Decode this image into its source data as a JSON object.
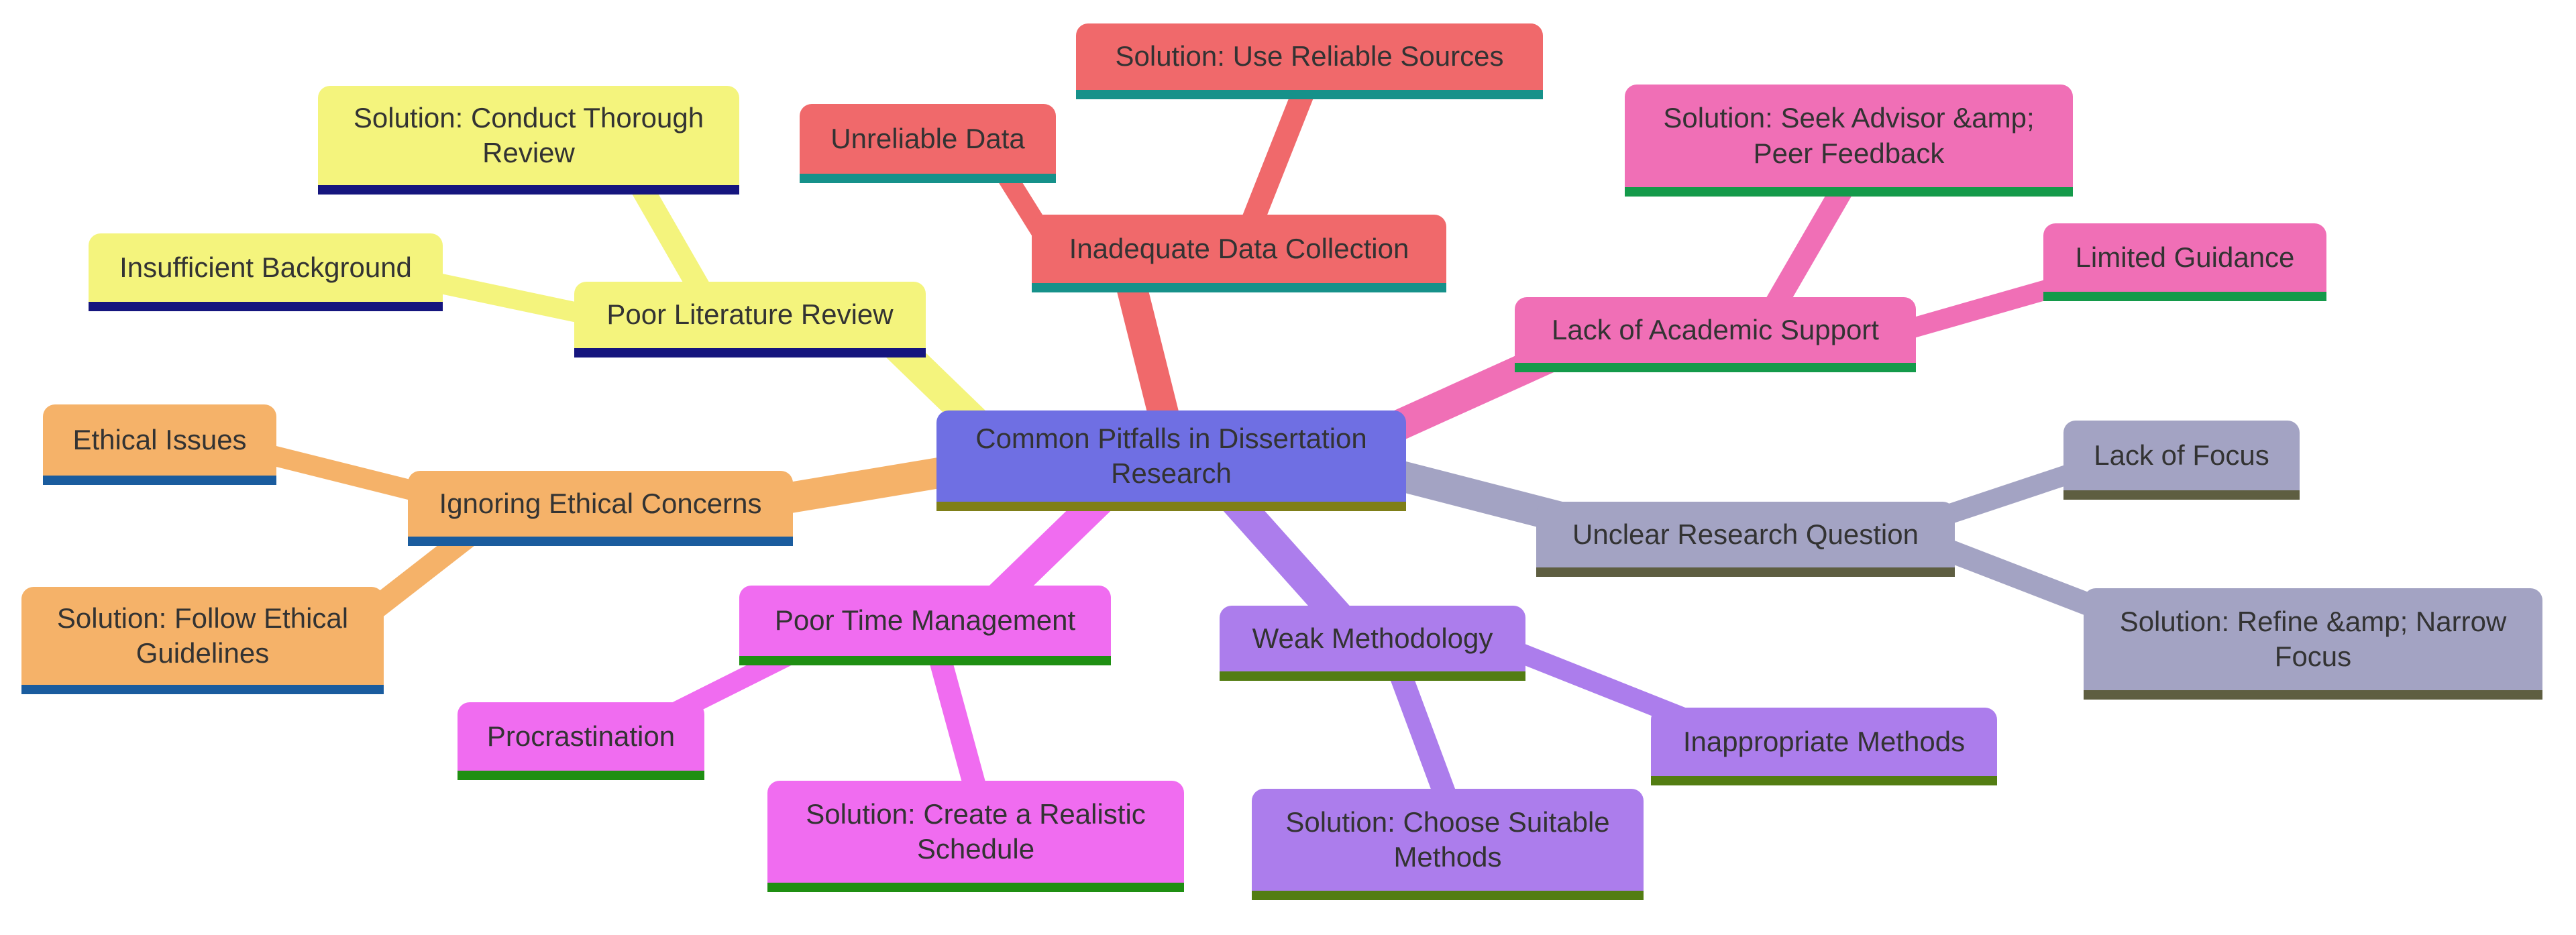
{
  "colors": {
    "background": "#FFFFFF",
    "text": "#333333",
    "root-fill": "#6F6FE3",
    "root-line": "#7F7F18",
    "salmon-fill": "#F0696B",
    "salmon-line": "#16918A",
    "pink-fill": "#F06FB6",
    "pink-line": "#149A4A",
    "yellow-fill": "#F4F47D",
    "yellow-line": "#15157E",
    "orange-fill": "#F5B269",
    "orange-line": "#1A5C9E",
    "magenta-fill": "#F06CF0",
    "magenta-line": "#1F8F12",
    "purple-fill": "#AC7DEC",
    "purple-line": "#537D12",
    "gray-fill": "#A3A3C3",
    "gray-line": "#5E5E41"
  },
  "mindmap": {
    "root": {
      "label": "Common Pitfalls in Dissertation\nResearch"
    },
    "branches": [
      {
        "name": "inadequate-data-collection",
        "topic": {
          "label": "Inadequate Data Collection"
        },
        "children": [
          {
            "label": "Unreliable Data"
          },
          {
            "label": "Solution: Use Reliable Sources"
          }
        ]
      },
      {
        "name": "lack-of-academic-support",
        "topic": {
          "label": "Lack of Academic Support"
        },
        "children": [
          {
            "label": "Solution: Seek Advisor &amp;\nPeer Feedback"
          },
          {
            "label": "Limited Guidance"
          }
        ]
      },
      {
        "name": "poor-literature-review",
        "topic": {
          "label": "Poor Literature Review"
        },
        "children": [
          {
            "label": "Insufficient Background"
          },
          {
            "label": "Solution: Conduct Thorough\nReview"
          }
        ]
      },
      {
        "name": "ignoring-ethical-concerns",
        "topic": {
          "label": "Ignoring Ethical Concerns"
        },
        "children": [
          {
            "label": "Ethical Issues"
          },
          {
            "label": "Solution: Follow Ethical\nGuidelines"
          }
        ]
      },
      {
        "name": "poor-time-management",
        "topic": {
          "label": "Poor Time Management"
        },
        "children": [
          {
            "label": "Procrastination"
          },
          {
            "label": "Solution: Create a Realistic\nSchedule"
          }
        ]
      },
      {
        "name": "weak-methodology",
        "topic": {
          "label": "Weak Methodology"
        },
        "children": [
          {
            "label": "Inappropriate Methods"
          },
          {
            "label": "Solution: Choose Suitable\nMethods"
          }
        ]
      },
      {
        "name": "unclear-research-question",
        "topic": {
          "label": "Unclear Research Question"
        },
        "children": [
          {
            "label": "Lack of Focus"
          },
          {
            "label": "Solution: Refine &amp; Narrow\nFocus"
          }
        ]
      }
    ]
  }
}
